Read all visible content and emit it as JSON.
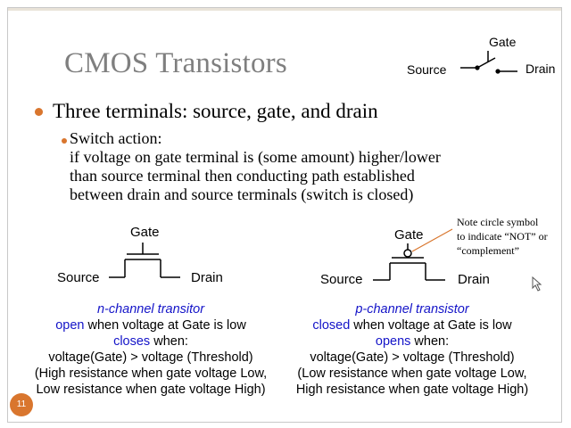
{
  "slide": {
    "title": "CMOS Transistors",
    "page_number": "11",
    "accent_color": "#d9762e",
    "highlight_color": "#1414c8"
  },
  "switch_diagram": {
    "gate_label": "Gate",
    "source_label": "Source",
    "drain_label": "Drain"
  },
  "bullets": {
    "level1": "Three terminals: source, gate, and drain",
    "level2_heading": "Switch action:",
    "level2_lines": [
      "if voltage on gate terminal is (some amount) higher/lower",
      "than source terminal then conducting path established",
      "between drain and source terminals (switch is closed)"
    ]
  },
  "nmos": {
    "gate_label": "Gate",
    "source_label": "Source",
    "drain_label": "Drain",
    "title": "n-channel transitor",
    "line1_highlight": "open",
    "line1_rest": " when voltage at Gate is low",
    "line2_highlight": "closes",
    "line2_rest": " when:",
    "line3": "voltage(Gate) > voltage (Threshold)",
    "line4": "(High resistance when gate voltage Low,",
    "line5": "Low resistance when gate voltage High)"
  },
  "pmos": {
    "gate_label": "Gate",
    "source_label": "Source",
    "drain_label": "Drain",
    "title": "p-channel transistor",
    "line1_highlight": "closed",
    "line1_rest": " when voltage at Gate is low",
    "line2_highlight": "opens",
    "line2_rest": " when:",
    "line3": "voltage(Gate) > voltage (Threshold)",
    "line4": "(Low resistance when gate voltage Low,",
    "line5": "High resistance when gate voltage High)"
  },
  "annotation": {
    "lines": [
      "Note circle symbol",
      "to indicate “NOT” or",
      "“complement”"
    ]
  }
}
